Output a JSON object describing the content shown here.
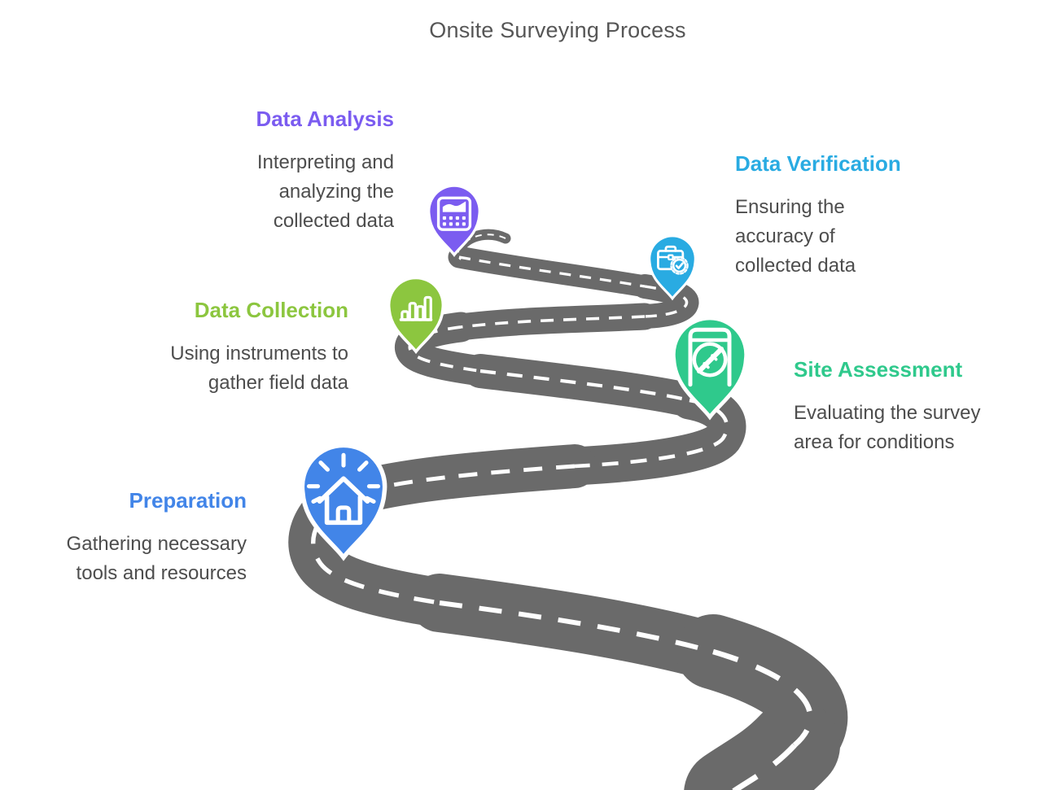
{
  "title": "Onsite Surveying Process",
  "road": {
    "color": "#6a6a6a",
    "dash_color": "#ffffff"
  },
  "text": {
    "title_color": "#565656",
    "body_color": "#4d4d4d"
  },
  "steps": [
    {
      "id": "preparation",
      "label": "Preparation",
      "description": "Gathering necessary tools and resources",
      "desc_lines": [
        "Gathering necessary",
        "tools and resources"
      ],
      "color": "#4285e8",
      "icon": "house-rays-icon"
    },
    {
      "id": "data-collection",
      "label": "Data Collection",
      "description": "Using instruments to gather field data",
      "desc_lines": [
        "Using instruments to",
        "gather field data"
      ],
      "color": "#8cc63f",
      "icon": "bar-chart-icon"
    },
    {
      "id": "data-analysis",
      "label": "Data Analysis",
      "description": "Interpreting and analyzing the collected data",
      "desc_lines": [
        "Interpreting and",
        "analyzing the",
        "collected data"
      ],
      "color": "#7b5cf0",
      "icon": "chart-calculator-icon"
    },
    {
      "id": "site-assessment",
      "label": "Site Assessment",
      "description": "Evaluating the survey area for conditions",
      "desc_lines": [
        "Evaluating the survey",
        "area for conditions"
      ],
      "color": "#2fc98c",
      "icon": "survey-marker-icon"
    },
    {
      "id": "data-verification",
      "label": "Data Verification",
      "description": "Ensuring the accuracy of collected data",
      "desc_lines": [
        "Ensuring the",
        "accuracy of",
        "collected data"
      ],
      "color": "#29abe2",
      "icon": "briefcase-check-icon"
    }
  ]
}
